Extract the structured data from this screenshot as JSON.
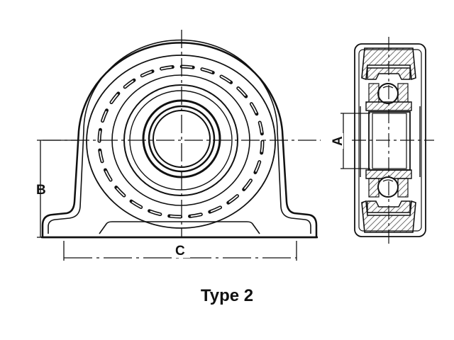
{
  "caption": "Type 2",
  "dimensions": {
    "a": "A",
    "b": "B",
    "c": "C"
  },
  "colors": {
    "line": "#111111",
    "background": "#ffffff",
    "hatch": "#333333"
  }
}
